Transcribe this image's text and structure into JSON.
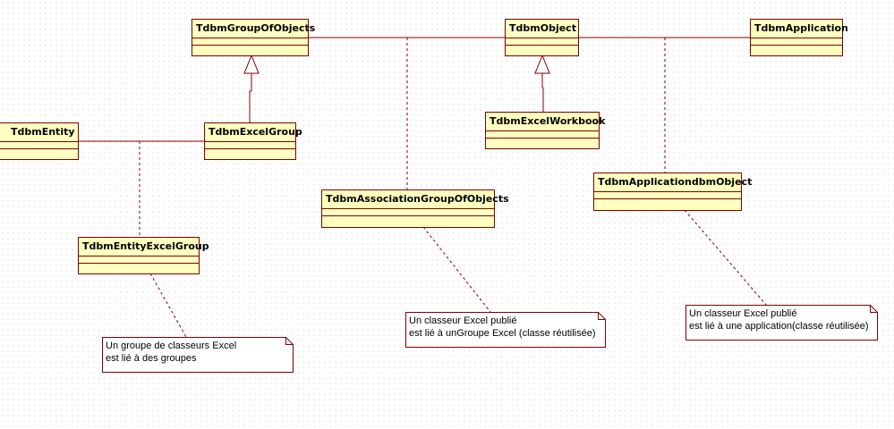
{
  "diagram": {
    "classes": {
      "group_of_objects": "TdbmGroupOfObjects",
      "object": "TdbmObject",
      "application": "TdbmApplication",
      "entity": "TdbmEntity",
      "excel_group": "TdbmExcelGroup",
      "excel_workbook": "TdbmExcelWorkbook",
      "association_group_of_objects": "TdbmAssociationGroupOfObjects",
      "application_dbm_object": "TdbmApplicationdbmObject",
      "entity_excel_group": "TdbmEntityExcelGroup"
    },
    "notes": {
      "entity_excel_group": {
        "line1": "Un groupe de classeurs Excel",
        "line2": "est lié à des groupes"
      },
      "association_group": {
        "line1": "Un classeur Excel publié",
        "line2": "est lié à unGroupe Excel (classe réutilisée)"
      },
      "application_object": {
        "line1": "Un classeur Excel publié",
        "line2": "est lié à une application(classe réutilisée)"
      }
    },
    "colors": {
      "class_fill": "#ffffc0",
      "line": "#800000",
      "note_fill": "#ffffff"
    }
  }
}
